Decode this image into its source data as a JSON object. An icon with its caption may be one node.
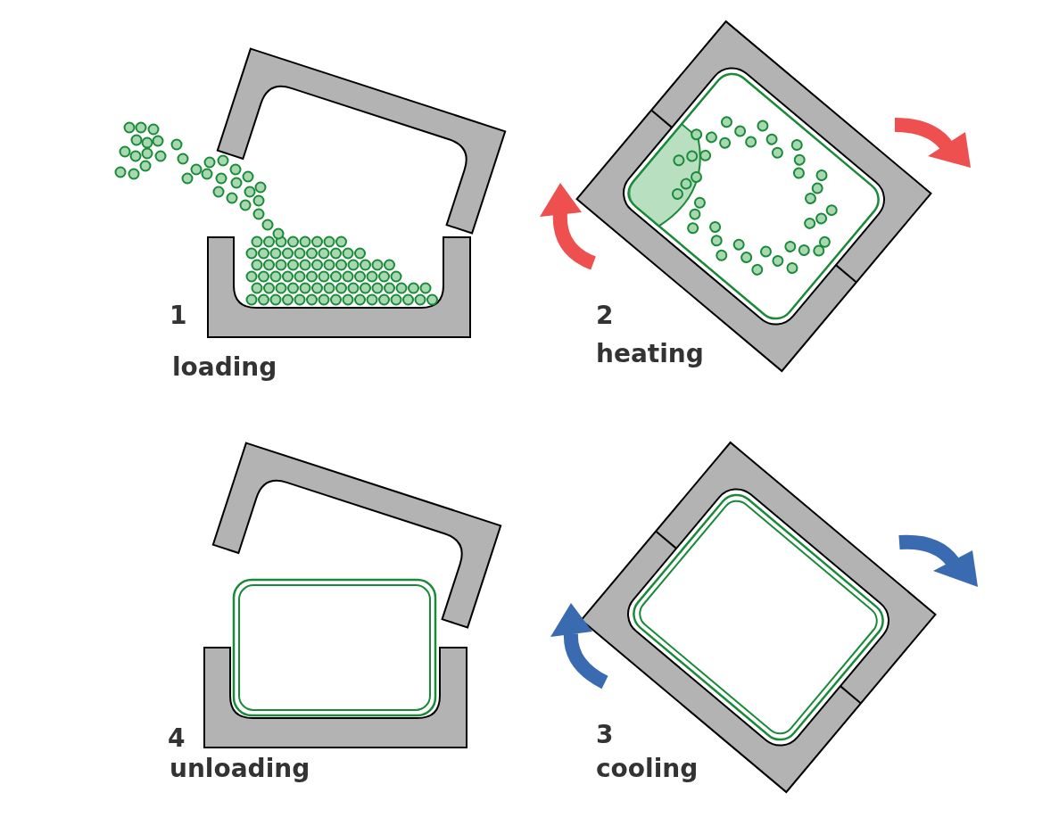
{
  "diagram": {
    "labels": [
      "1",
      "loading",
      "2",
      "heating",
      "4",
      "unloading",
      "3",
      "cooling"
    ]
  }
}
